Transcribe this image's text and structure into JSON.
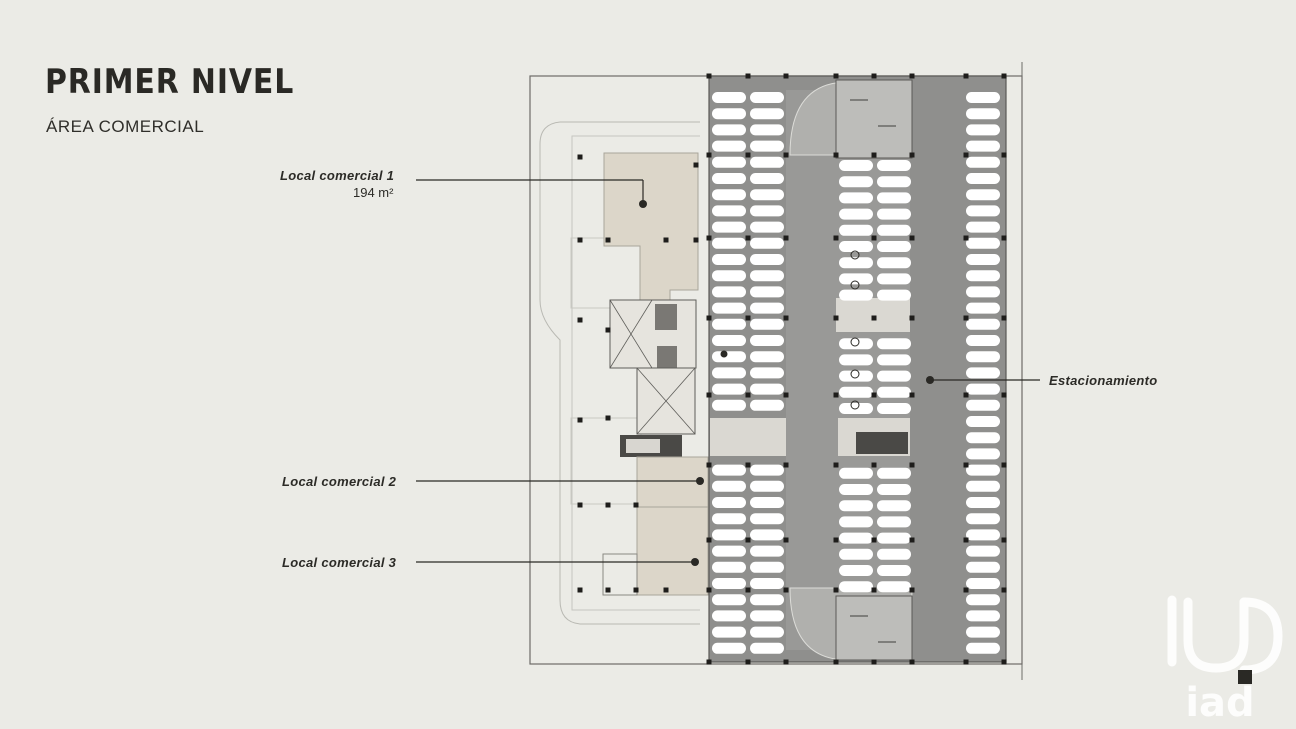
{
  "header": {
    "title": "PRIMER NIVEL",
    "subtitle": "ÁREA COMERCIAL"
  },
  "labels": {
    "local1": {
      "name": "Local comercial 1",
      "area": "194 m²"
    },
    "local2": {
      "name": "Local comercial 2"
    },
    "local3": {
      "name": "Local comercial 3"
    },
    "parking": {
      "name": "Estacionamiento"
    }
  },
  "brand": {
    "logo_text": "iad"
  },
  "colors": {
    "background": "#ebebe6",
    "parking": "#8f8f8d",
    "commercial": "#dcd6c9",
    "line": "#2a2925"
  }
}
